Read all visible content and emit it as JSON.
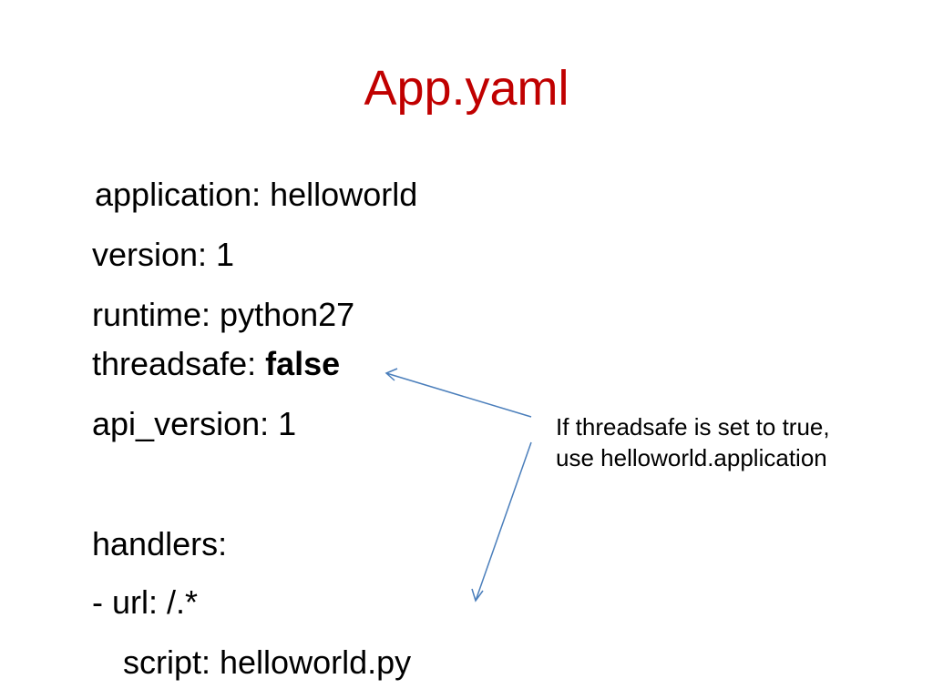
{
  "slide": {
    "title": "App.yaml",
    "lines": {
      "application": "application: helloworld",
      "version": "version: 1",
      "runtime": "runtime: python27",
      "threadsafe_key": "threadsafe: ",
      "threadsafe_value": "false",
      "api_version": "api_version: 1",
      "handlers": "handlers:",
      "url": "- url: /.*",
      "script": "script: helloworld.py"
    },
    "note": {
      "line1": "If threadsafe is set to true,",
      "line2": "use helloworld.application"
    },
    "colors": {
      "title": "#c00000",
      "arrow": "#4a7ebb",
      "text": "#000000"
    }
  }
}
